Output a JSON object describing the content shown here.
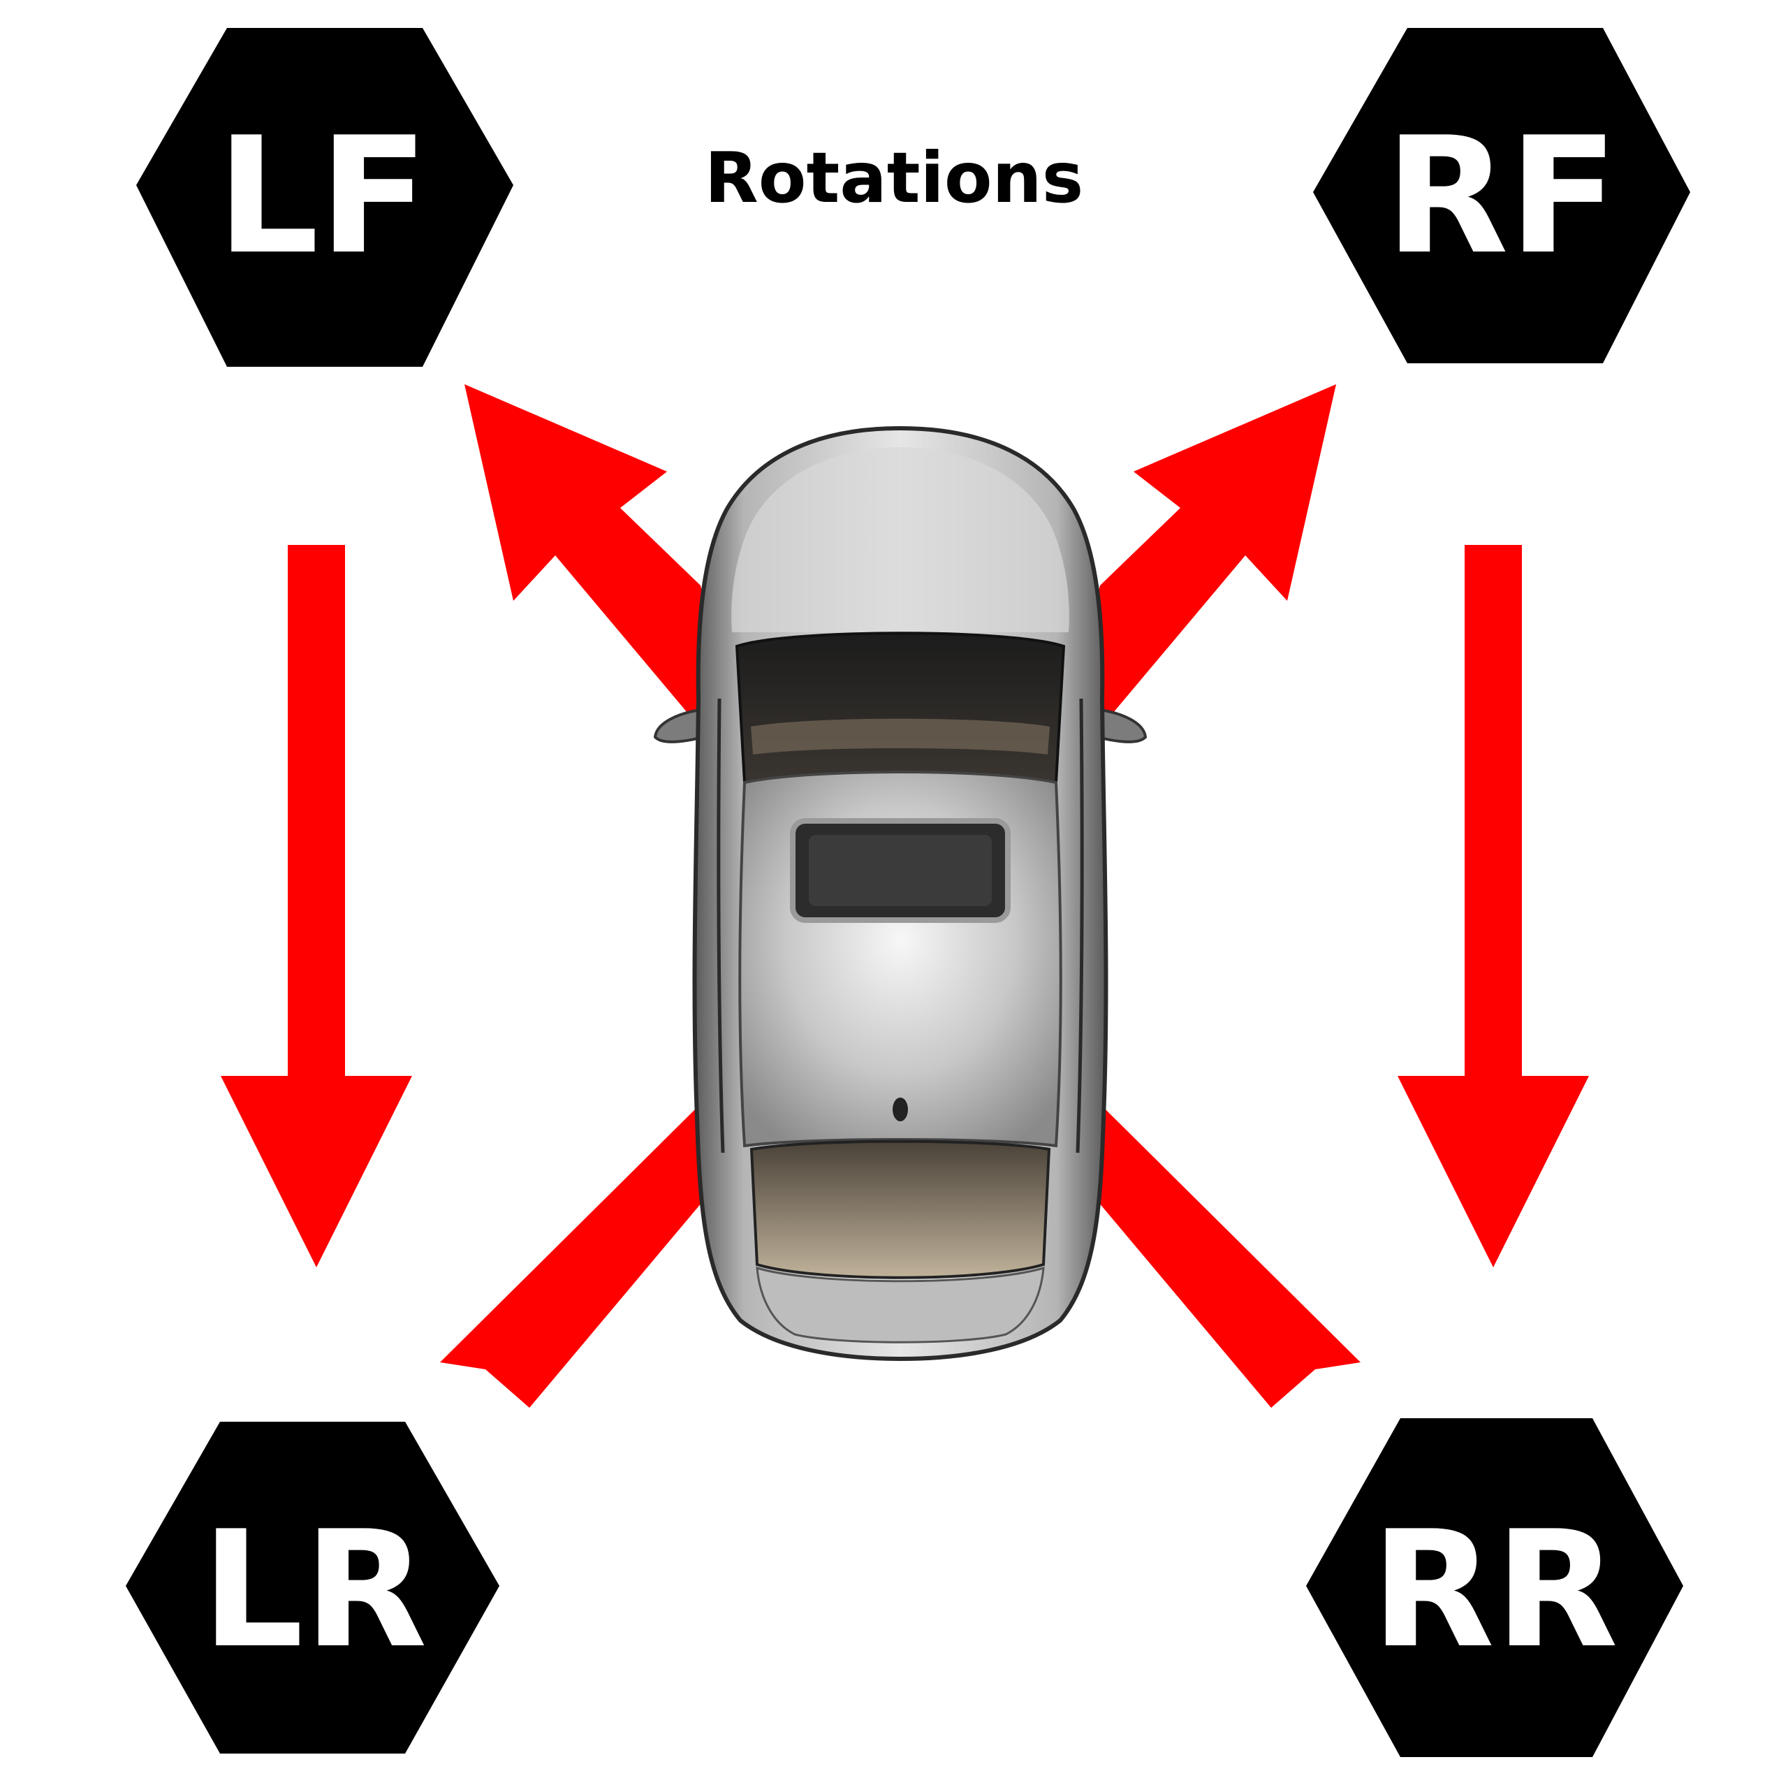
{
  "title": "Rotations",
  "caps": {
    "lf": "LF",
    "rf": "RF",
    "lr": "LR",
    "rr": "RR"
  },
  "colors": {
    "arrow": "#ff0000",
    "cap": "#000000",
    "cap_text": "#ffffff",
    "car_body": "#c2c2c2",
    "background": "#ffffff"
  }
}
